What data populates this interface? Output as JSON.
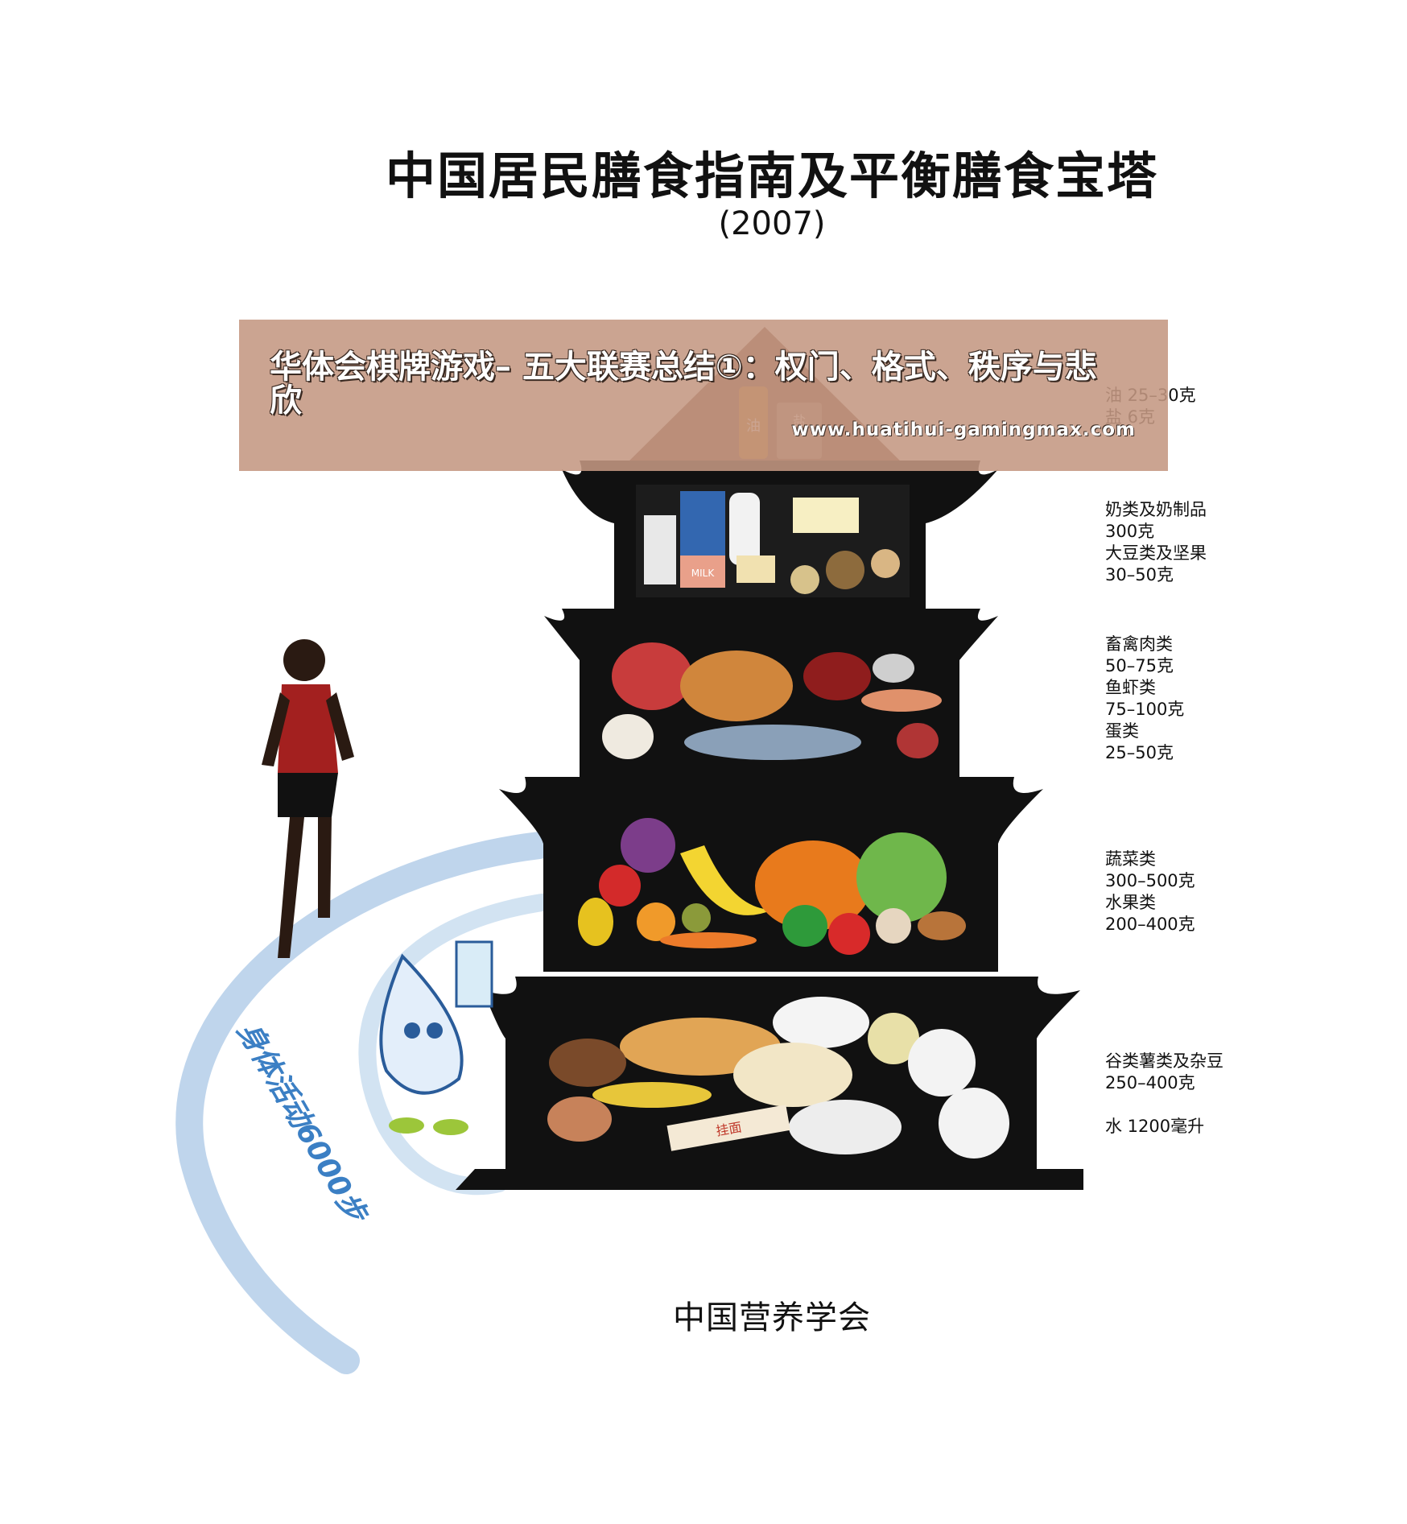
{
  "header": {
    "title": "中国居民膳食指南及平衡膳食宝塔",
    "year": "(2007)"
  },
  "banner": {
    "title": "华体会棋牌游戏– 五大联赛总结①：权门、格式、秩序与悲欣",
    "url": "www.huatihui-gamingmax.com"
  },
  "levels": [
    {
      "label": "油  25–30克\n盐  6克"
    },
    {
      "label": "奶类及奶制品\n300克\n大豆类及坚果\n30–50克"
    },
    {
      "label": "畜禽肉类\n50–75克\n鱼虾类\n75–100克\n蛋类\n25–50克"
    },
    {
      "label": "蔬菜类\n300–500克\n水果类\n200–400克"
    },
    {
      "label": "谷类薯类及杂豆\n250–400克\n\n水  1200毫升"
    }
  ],
  "icons": {
    "oil_bottle": "油",
    "salt_bag": "盐",
    "milk_carton": "MILK",
    "noodle_pack": "挂面"
  },
  "activity": "身体活动6000步",
  "footer": "中国营养学会",
  "colors": {
    "pagoda": "#111111",
    "roof_top": "#7a4e3a",
    "banner": "#c49782",
    "path": "#a9c7e6",
    "activity_text": "#3b7fc4"
  }
}
